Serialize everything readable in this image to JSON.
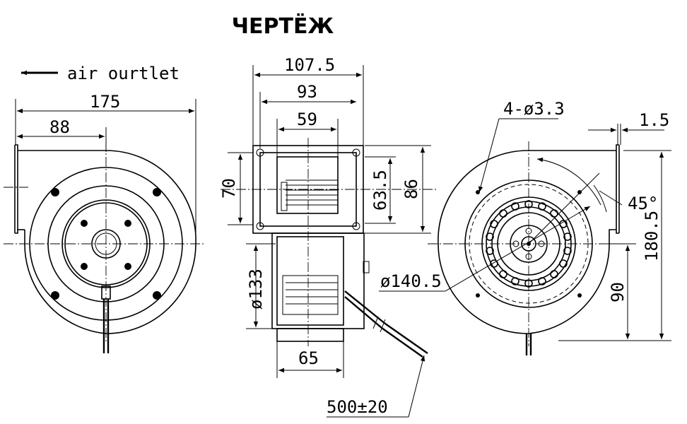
{
  "title": "ЧЕРТЁЖ",
  "left_view": {
    "airflow_label": "air ourtlet",
    "dim_width": "175",
    "dim_half": "88"
  },
  "middle_view": {
    "dim_top": "107.5",
    "dim_mid": "93",
    "dim_inner": "59",
    "dim_height": "70",
    "dim_inner_height": "63.5",
    "dim_outer_height": "86",
    "dim_diameter": "ø133",
    "dim_motor_width": "65",
    "dim_cable": "500±20"
  },
  "right_view": {
    "dim_holes": "4-ø3.3",
    "dim_flange": "1.5",
    "dim_angle": "45°",
    "dim_impeller": "ø140.5",
    "dim_total_height": "180.5",
    "dim_center_height": "90"
  },
  "colors": {
    "line": "#000000",
    "background": "#ffffff"
  }
}
